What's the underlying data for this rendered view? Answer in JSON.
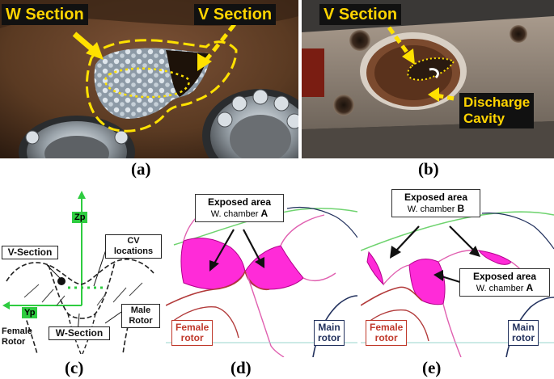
{
  "panel_a": {
    "caption": "(a)",
    "labels": {
      "w_section": "W Section",
      "v_section": "V Section"
    },
    "colors": {
      "boundary": "#ffe100",
      "casing": "#5a3a22"
    }
  },
  "panel_b": {
    "caption": "(b)",
    "labels": {
      "v_section": "V Section",
      "discharge_line1": "Discharge",
      "discharge_line2": "Cavity"
    },
    "colors": {
      "boundary": "#ffe100",
      "block": "#8c7e70"
    }
  },
  "panel_c": {
    "caption": "(c)",
    "labels": {
      "zp": "Zp",
      "yp": "Yp",
      "v_section": "V-Section",
      "cv_line1": "CV",
      "cv_line2": "locations",
      "female_line1": "Female",
      "female_line2": "Rotor",
      "w_section": "W-Section",
      "male_line1": "Male",
      "male_line2": "Rotor"
    },
    "colors": {
      "axis": "#2ecc40"
    }
  },
  "panel_d": {
    "caption": "(d)",
    "labels": {
      "exposed_line1": "Exposed area",
      "exposed_line2_prefix": "W. chamber",
      "exposed_line2_letter": "A",
      "female_line1": "Female",
      "female_line2": "rotor",
      "main_line1": "Main",
      "main_line2": "rotor"
    },
    "colors": {
      "fill": "#ff2bd8",
      "female": "#b23a3a",
      "main": "#23325e"
    }
  },
  "panel_e": {
    "caption": "(e)",
    "labels": {
      "exposed_b_line1": "Exposed area",
      "exposed_b_line2_prefix": "W. chamber",
      "exposed_b_line2_letter": "B",
      "exposed_a_line1": "Exposed area",
      "exposed_a_line2_prefix": "W. chamber",
      "exposed_a_line2_letter": "A",
      "female_line1": "Female",
      "female_line2": "rotor",
      "main_line1": "Main",
      "main_line2": "rotor"
    },
    "colors": {
      "fill": "#ff2bd8",
      "female": "#b23a3a",
      "main": "#23325e"
    }
  }
}
